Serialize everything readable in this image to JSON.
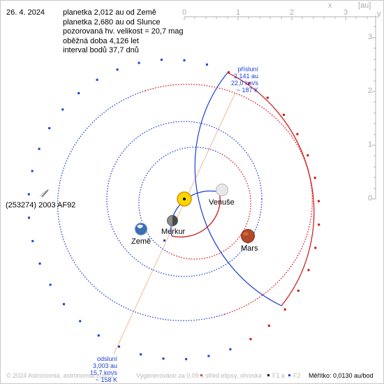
{
  "date": "26. 4. 2024",
  "info_lines": [
    "planetka 2,012 au od Země",
    "planetka 2,680 au od Slunce",
    "pozorovaná hv. velikost = 20,7 mag",
    "oběžná doba 4,126 let",
    "interval bodů 37,7 dnů"
  ],
  "axes": {
    "x_name": "x",
    "unit": "[au]",
    "y_name": "y",
    "x_ticks": [
      "0",
      "1",
      "2",
      "3"
    ],
    "y_ticks": [
      "3",
      "2",
      "1",
      "0"
    ]
  },
  "perihelion": {
    "title": "přísluní",
    "dist": "2,141 au",
    "speed": "22,0 km/s",
    "temp": "~ 187 K"
  },
  "aphelion": {
    "title": "odsluní",
    "dist": "3,003 au",
    "speed": "15,7 km/s",
    "temp": "~ 158 K"
  },
  "bodies": {
    "asteroid": "(253274) 2003 AF92",
    "venus": "Venuše",
    "mercury": "Merkur",
    "earth": "Země",
    "mars": "Mars"
  },
  "footer": {
    "copyright": "© 2024 Astronomia, astronomia.zcu.cz",
    "generated": "Vygenerováno za 0,09 s",
    "legend_center": "střed elipsy, ohniska",
    "legend_f1": "F1 a",
    "legend_f2": "F2",
    "scale": "Měřítko: 0,0130 au/bod"
  },
  "colors": {
    "orbit_blue": "#1a3fd6",
    "orbit_red": "#d01010",
    "apsis_line": "#f0b898",
    "axis_gray": "#b0b0b0"
  }
}
